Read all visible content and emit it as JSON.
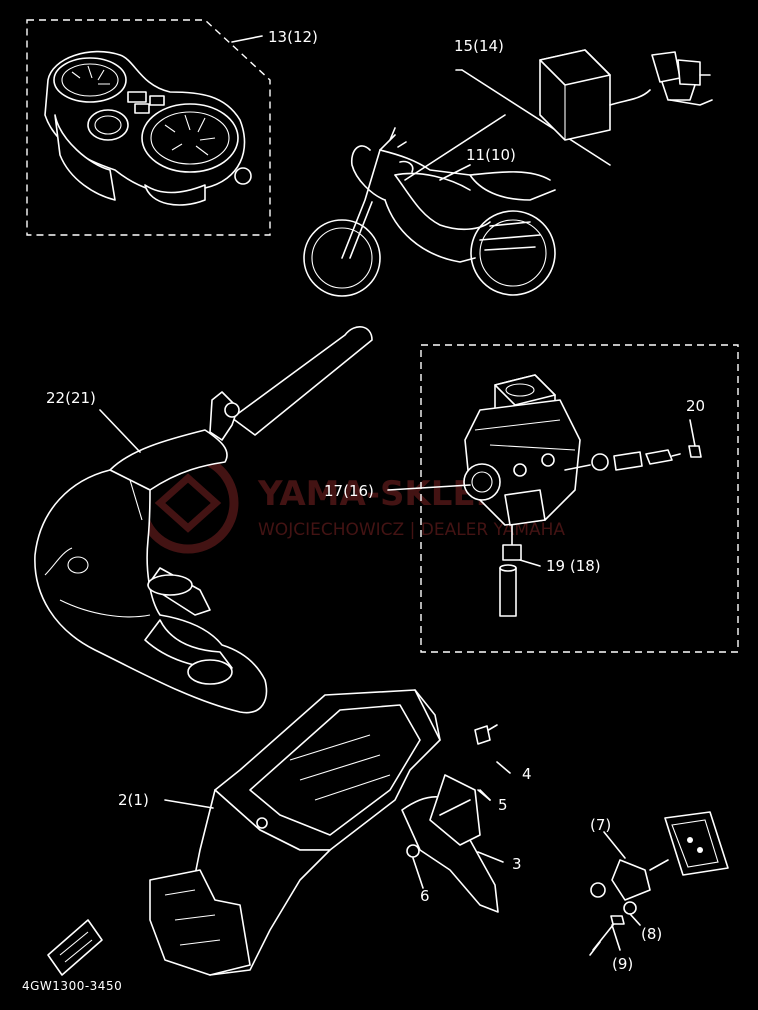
{
  "labels": {
    "p13": "13(12)",
    "p15": "15(14)",
    "p11": "11(10)",
    "p22": "22(21)",
    "p20": "20",
    "p17": "17(16)",
    "p19": "19 (18)",
    "p4": "4",
    "p5": "5",
    "p2": "2(1)",
    "p7": "(7)",
    "p3": "3",
    "p6": "6",
    "p8": "(8)",
    "p9": "(9)"
  },
  "diagram_code": "4GW1300-3450",
  "watermark": {
    "title": "YAMA-SKLEP.PL",
    "subtitle": "WOJCIECHOWICZ | DEALER YAMAHA"
  },
  "colors": {
    "background": "#000000",
    "line": "#ffffff",
    "watermark": "#5a1a1a"
  }
}
